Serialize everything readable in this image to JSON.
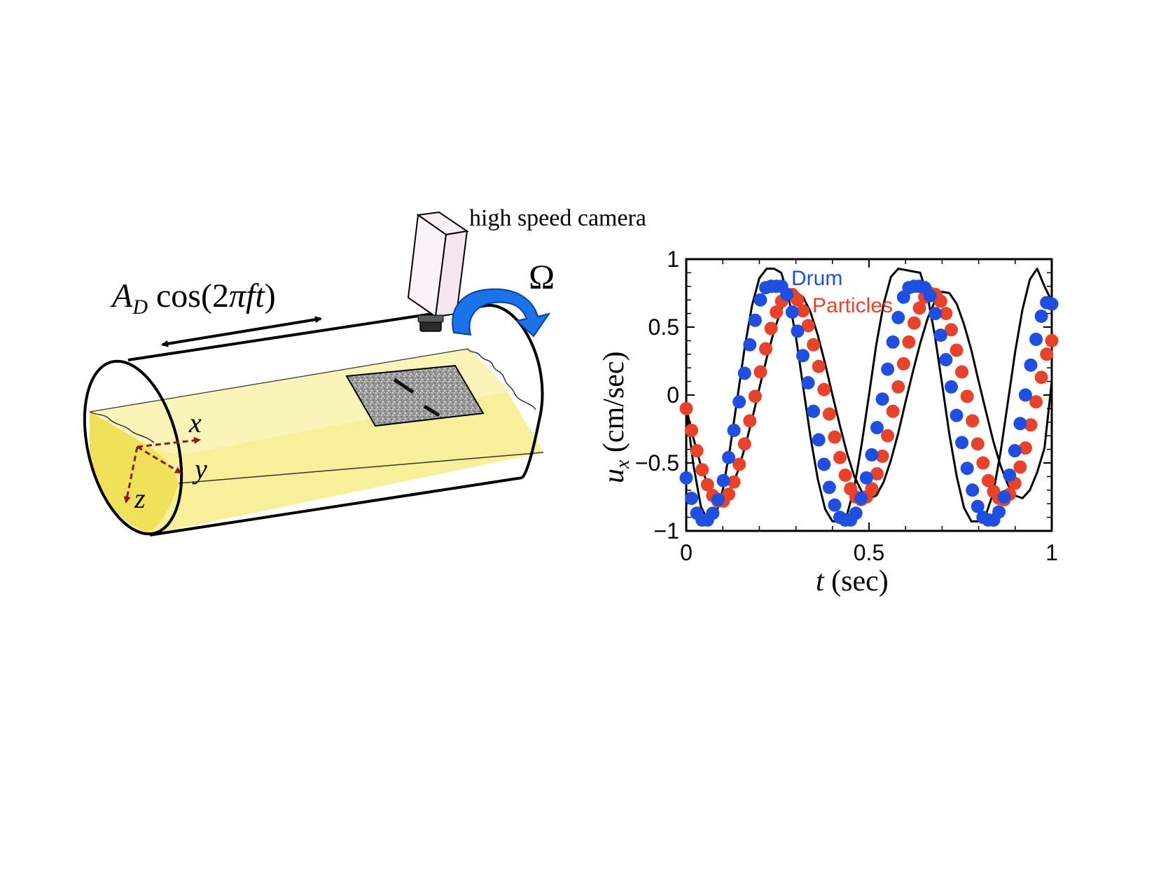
{
  "diagram": {
    "drive_label_A": "A",
    "drive_label_D": "D",
    "drive_label_cos": " cos(2",
    "drive_label_pi": "π",
    "drive_label_ft": "ft",
    "drive_label_close": ")",
    "camera_label": "high speed camera",
    "rotation_label": "Ω",
    "axis_x": "x",
    "axis_y": "y",
    "axis_z": "z",
    "colors": {
      "fluid": "#f7ef9a",
      "fluid_dark": "#f0e15a",
      "rotation_arrow": "#1a73e8",
      "axes_arrows": "#8b1a1a"
    }
  },
  "chart_data": {
    "type": "scatter",
    "xlabel": "t (sec)",
    "ylabel": "u_x (cm/sec)",
    "xlim": [
      0,
      1
    ],
    "ylim": [
      -1,
      1
    ],
    "xticks": [
      0,
      0.5,
      1
    ],
    "xtick_labels": [
      "0",
      "0.5",
      "1"
    ],
    "yticks": [
      -1,
      -0.5,
      0,
      0.5,
      1
    ],
    "ytick_labels": [
      "−1",
      "−0.5",
      "0",
      "0.5",
      "1"
    ],
    "grid": false,
    "legend": [
      "Drum",
      "Particles"
    ],
    "series": [
      {
        "name": "Drum",
        "color": "#1f4fe0",
        "kind": "points",
        "x": [
          0.0,
          0.0145,
          0.029,
          0.0435,
          0.058,
          0.0725,
          0.087,
          0.1015,
          0.116,
          0.1305,
          0.145,
          0.1595,
          0.174,
          0.1885,
          0.203,
          0.2175,
          0.232,
          0.2465,
          0.261,
          0.2755,
          0.29,
          0.3045,
          0.319,
          0.3335,
          0.348,
          0.3625,
          0.377,
          0.3915,
          0.406,
          0.4205,
          0.435,
          0.4495,
          0.464,
          0.4785,
          0.493,
          0.5075,
          0.522,
          0.5365,
          0.551,
          0.5655,
          0.58,
          0.5945,
          0.609,
          0.6235,
          0.638,
          0.6525,
          0.667,
          0.6815,
          0.696,
          0.7105,
          0.725,
          0.7395,
          0.754,
          0.7685,
          0.783,
          0.7975,
          0.812,
          0.8265,
          0.841,
          0.8555,
          0.87,
          0.8845,
          0.899,
          0.9135,
          0.928,
          0.9425,
          0.957,
          0.9715,
          0.986,
          1.0
        ],
        "values": [
          -0.61,
          -0.76,
          -0.87,
          -0.92,
          -0.92,
          -0.87,
          -0.77,
          -0.63,
          -0.46,
          -0.26,
          -0.05,
          0.16,
          0.37,
          0.55,
          0.7,
          0.79,
          0.8,
          0.8,
          0.8,
          0.74,
          0.61,
          0.47,
          0.29,
          0.09,
          -0.12,
          -0.33,
          -0.51,
          -0.68,
          -0.81,
          -0.9,
          -0.92,
          -0.92,
          -0.87,
          -0.76,
          -0.61,
          -0.44,
          -0.24,
          -0.03,
          0.19,
          0.39,
          0.57,
          0.72,
          0.79,
          0.8,
          0.8,
          0.79,
          0.73,
          0.6,
          0.44,
          0.26,
          0.06,
          -0.15,
          -0.35,
          -0.54,
          -0.7,
          -0.82,
          -0.9,
          -0.92,
          -0.92,
          -0.86,
          -0.75,
          -0.59,
          -0.41,
          -0.21,
          0.0,
          0.22,
          0.41,
          0.58,
          0.68,
          0.67
        ]
      },
      {
        "name": "Particles",
        "color": "#e8432a",
        "kind": "points",
        "x": [
          0.0,
          0.0145,
          0.029,
          0.0435,
          0.058,
          0.0725,
          0.087,
          0.1015,
          0.116,
          0.1305,
          0.145,
          0.1595,
          0.174,
          0.1885,
          0.203,
          0.2175,
          0.232,
          0.2465,
          0.261,
          0.2755,
          0.29,
          0.3045,
          0.319,
          0.3335,
          0.348,
          0.3625,
          0.377,
          0.3915,
          0.406,
          0.4205,
          0.435,
          0.4495,
          0.464,
          0.4785,
          0.493,
          0.5075,
          0.522,
          0.5365,
          0.551,
          0.5655,
          0.58,
          0.5945,
          0.609,
          0.6235,
          0.638,
          0.6525,
          0.667,
          0.6815,
          0.696,
          0.7105,
          0.725,
          0.7395,
          0.754,
          0.7685,
          0.783,
          0.7975,
          0.812,
          0.8265,
          0.841,
          0.8555,
          0.87,
          0.8845,
          0.899,
          0.9135,
          0.928,
          0.9425,
          0.957,
          0.9715,
          0.986,
          1.0
        ],
        "values": [
          -0.1,
          -0.26,
          -0.41,
          -0.55,
          -0.66,
          -0.74,
          -0.78,
          -0.78,
          -0.73,
          -0.64,
          -0.51,
          -0.36,
          -0.19,
          -0.01,
          0.17,
          0.34,
          0.49,
          0.61,
          0.69,
          0.74,
          0.74,
          0.7,
          0.62,
          0.51,
          0.37,
          0.21,
          0.04,
          -0.14,
          -0.31,
          -0.46,
          -0.59,
          -0.69,
          -0.75,
          -0.77,
          -0.75,
          -0.69,
          -0.58,
          -0.45,
          -0.3,
          -0.12,
          0.06,
          0.23,
          0.39,
          0.53,
          0.64,
          0.72,
          0.75,
          0.74,
          0.69,
          0.6,
          0.48,
          0.33,
          0.17,
          -0.01,
          -0.19,
          -0.36,
          -0.5,
          -0.63,
          -0.71,
          -0.76,
          -0.77,
          -0.73,
          -0.65,
          -0.53,
          -0.39,
          -0.22,
          -0.05,
          0.13,
          0.3,
          0.4
        ]
      },
      {
        "name": "",
        "color": "#000000",
        "kind": "curve",
        "description_fn": "0.95*cos(2π(t-0.258)/0.385) dampened fit",
        "x": [
          0.0,
          0.02,
          0.04,
          0.06,
          0.08,
          0.1,
          0.12,
          0.14,
          0.16,
          0.18,
          0.2,
          0.22,
          0.24,
          0.26,
          0.28,
          0.3,
          0.32,
          0.34,
          0.36,
          0.38,
          0.4,
          0.42,
          0.44,
          0.46,
          0.48,
          0.5,
          0.52,
          0.54,
          0.56,
          0.58,
          0.6,
          0.62,
          0.64,
          0.66,
          0.68,
          0.7,
          0.72,
          0.74,
          0.76,
          0.78,
          0.8,
          0.82,
          0.84,
          0.86,
          0.88,
          0.9,
          0.92,
          0.94,
          0.96,
          0.98,
          1.0
        ],
        "values": [
          -0.1,
          -0.52,
          -0.82,
          -0.93,
          -0.89,
          -0.7,
          -0.39,
          -0.02,
          0.35,
          0.66,
          0.86,
          0.93,
          0.93,
          0.9,
          0.72,
          0.43,
          0.06,
          -0.31,
          -0.62,
          -0.84,
          -0.93,
          -0.93,
          -0.88,
          -0.68,
          -0.36,
          0.0,
          0.37,
          0.67,
          0.87,
          0.93,
          0.92,
          0.91,
          0.9,
          0.73,
          0.44,
          0.08,
          -0.29,
          -0.6,
          -0.83,
          -0.93,
          -0.93,
          -0.88,
          -0.72,
          -0.42,
          -0.05,
          0.32,
          0.63,
          0.85,
          0.93,
          0.8,
          0.69
        ]
      },
      {
        "name": "",
        "color": "#000000",
        "kind": "curve",
        "x": [
          0.0,
          0.02,
          0.04,
          0.06,
          0.08,
          0.1,
          0.12,
          0.14,
          0.16,
          0.18,
          0.2,
          0.22,
          0.24,
          0.26,
          0.28,
          0.3,
          0.32,
          0.34,
          0.36,
          0.38,
          0.4,
          0.42,
          0.44,
          0.46,
          0.48,
          0.5,
          0.52,
          0.54,
          0.56,
          0.58,
          0.6,
          0.62,
          0.64,
          0.66,
          0.68,
          0.7,
          0.72,
          0.74,
          0.76,
          0.78,
          0.8,
          0.82,
          0.84,
          0.86,
          0.88,
          0.9,
          0.92,
          0.94,
          0.96,
          0.98,
          1.0
        ],
        "values": [
          -0.1,
          -0.32,
          -0.52,
          -0.67,
          -0.75,
          -0.76,
          -0.7,
          -0.57,
          -0.39,
          -0.18,
          0.05,
          0.27,
          0.47,
          0.63,
          0.73,
          0.76,
          0.72,
          0.61,
          0.44,
          0.23,
          0.0,
          -0.22,
          -0.43,
          -0.6,
          -0.71,
          -0.76,
          -0.74,
          -0.64,
          -0.48,
          -0.28,
          -0.05,
          0.17,
          0.38,
          0.56,
          0.69,
          0.76,
          0.75,
          0.67,
          0.52,
          0.33,
          0.1,
          -0.12,
          -0.34,
          -0.52,
          -0.66,
          -0.74,
          -0.76,
          -0.7,
          -0.57,
          -0.39,
          0.1
        ]
      }
    ]
  }
}
